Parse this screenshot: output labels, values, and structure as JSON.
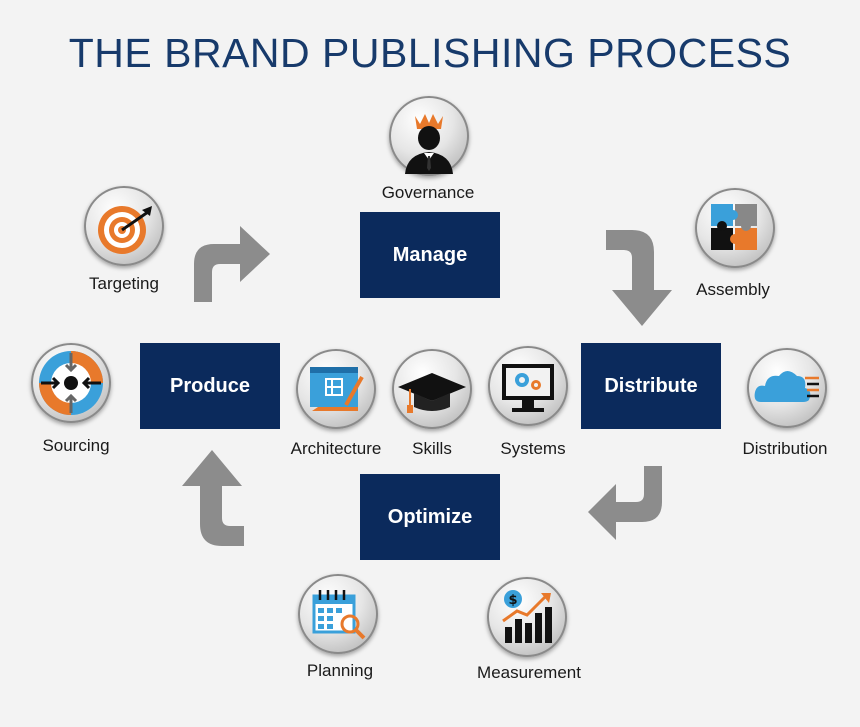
{
  "title": "THE BRAND PUBLISHING PROCESS",
  "phases": {
    "manage": "Manage",
    "produce": "Produce",
    "distribute": "Distribute",
    "optimize": "Optimize"
  },
  "items": {
    "governance": "Governance",
    "targeting": "Targeting",
    "assembly": "Assembly",
    "sourcing": "Sourcing",
    "architecture": "Architecture",
    "skills": "Skills",
    "systems": "Systems",
    "distribution": "Distribution",
    "planning": "Planning",
    "measurement": "Measurement"
  },
  "colors": {
    "title": "#173a6b",
    "box": "#0b2a5c",
    "arrow": "#8c8c8c",
    "orange": "#e8792b",
    "blue": "#3aa0da"
  }
}
